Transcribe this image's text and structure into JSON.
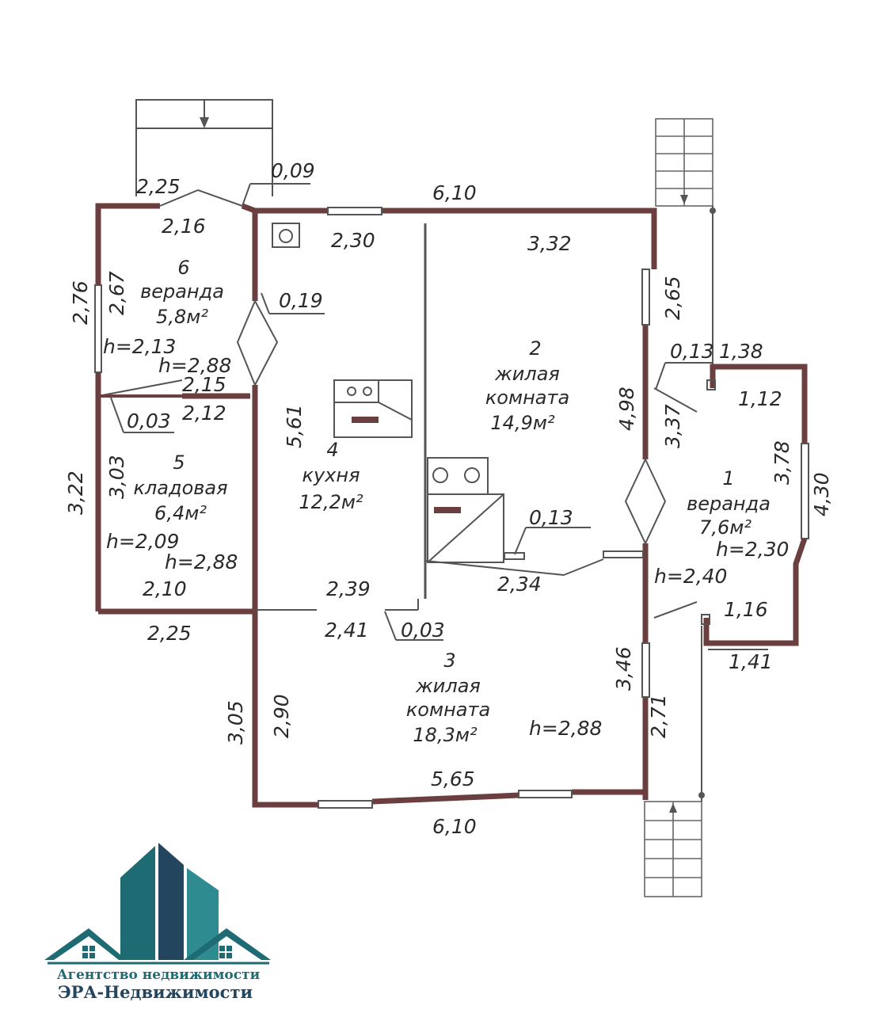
{
  "rooms": [
    {
      "number": "1",
      "name": "веранда",
      "area": "7,6м²"
    },
    {
      "number": "2",
      "name_line1": "жилая",
      "name_line2": "комната",
      "area": "14,9м²"
    },
    {
      "number": "3",
      "name_line1": "жилая",
      "name_line2": "комната",
      "area": "18,3м²"
    },
    {
      "number": "4",
      "name": "кухня",
      "area": "12,2м²"
    },
    {
      "number": "5",
      "name": "кладовая",
      "area": "6,4м²"
    },
    {
      "number": "6",
      "name": "веранда",
      "area": "5,8м²"
    }
  ],
  "dimensions": {
    "d_2_25_top": "2,25",
    "d_0_09": "0,09",
    "d_6_10_top": "6,10",
    "d_2_16": "2,16",
    "d_2_30": "2,30",
    "d_3_32": "3,32",
    "d_2_76": "2,76",
    "d_2_67": "2,67",
    "d_0_19": "0,19",
    "d_2_65": "2,65",
    "d_h_2_13": "h=2,13",
    "d_h_2_88_a": "h=2,88",
    "d_0_13_a": "0,13",
    "d_1_38": "1,38",
    "d_2_15": "2,15",
    "d_0_03_a": "0,03",
    "d_2_12": "2,12",
    "d_5_61": "5,61",
    "d_4_98": "4,98",
    "d_1_12": "1,12",
    "d_3_37": "3,37",
    "d_3_22": "3,22",
    "d_3_03": "3,03",
    "d_3_78": "3,78",
    "d_4_30": "4,30",
    "d_0_13_b": "0,13",
    "d_h_2_09": "h=2,09",
    "d_h_2_88_b": "h=2,88",
    "d_h_2_30": "h=2,30",
    "d_2_34": "2,34",
    "d_h_2_40": "h=2,40",
    "d_2_10": "2,10",
    "d_2_39": "2,39",
    "d_1_16": "1,16",
    "d_2_25_bottom": "2,25",
    "d_2_41": "2,41",
    "d_0_03_b": "0,03",
    "d_1_41": "1,41",
    "d_3_46": "3,46",
    "d_2_71": "2,71",
    "d_3_05": "3,05",
    "d_2_90": "2,90",
    "d_h_2_88_c": "h=2,88",
    "d_5_65": "5,65",
    "d_6_10_bottom": "6,10"
  },
  "logo": {
    "line1": "Агентство недвижимости",
    "line2": "ЭРА-Недвижимости",
    "colors": {
      "teal": "#1f6b73",
      "navy": "#23455e",
      "light_teal": "#2e8b8f"
    }
  },
  "colors": {
    "wall": "#6b3f3f",
    "text": "#2a2a2a"
  }
}
